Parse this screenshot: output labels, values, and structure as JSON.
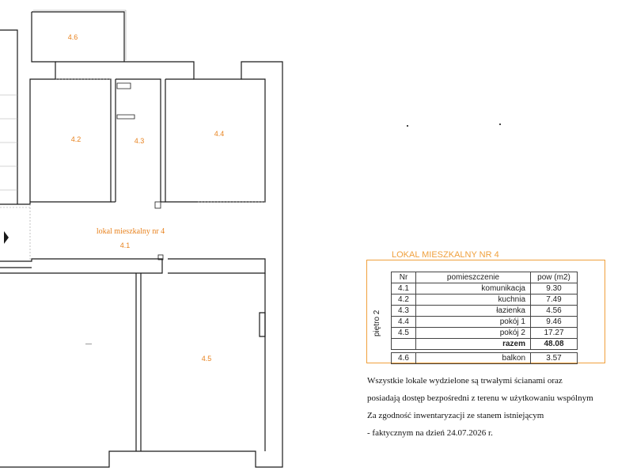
{
  "plan": {
    "title": "lokal mieszkalny nr 4",
    "rooms": [
      {
        "id": "4.1"
      },
      {
        "id": "4.2"
      },
      {
        "id": "4.3"
      },
      {
        "id": "4.4"
      },
      {
        "id": "4.5"
      },
      {
        "id": "4.6"
      }
    ]
  },
  "legend": {
    "title": "LOKAL MIESZKALNY NR 4",
    "floor": "piętro 2",
    "headers": {
      "nr": "Nr",
      "name": "pomieszczenie",
      "area": "pow (m2)"
    },
    "rows": [
      {
        "nr": "4.1",
        "name": "komunikacja",
        "area": "9.30"
      },
      {
        "nr": "4.2",
        "name": "kuchnia",
        "area": "7.49"
      },
      {
        "nr": "4.3",
        "name": "łazienka",
        "area": "4.56"
      },
      {
        "nr": "4.4",
        "name": "pokój 1",
        "area": "9.46"
      },
      {
        "nr": "4.5",
        "name": "pokój 2",
        "area": "17.27"
      }
    ],
    "total": {
      "name": "razem",
      "area": "48.08"
    },
    "extra": {
      "nr": "4.6",
      "name": "balkon",
      "area": "3.57"
    }
  },
  "notes": [
    "Wszystkie lokale wydzielone są trwałymi ścianami oraz",
    "posiadają dostęp bezpośredni z terenu w użytkowaniu wspólnym",
    "Za zgodność inwentaryzacji ze stanem istniejącym",
    "- faktycznym na dzień 24.07.2026 r."
  ],
  "colors": {
    "accent": "#e8821e",
    "frame": "#f0a03c",
    "wall": "#1a1a1a"
  }
}
